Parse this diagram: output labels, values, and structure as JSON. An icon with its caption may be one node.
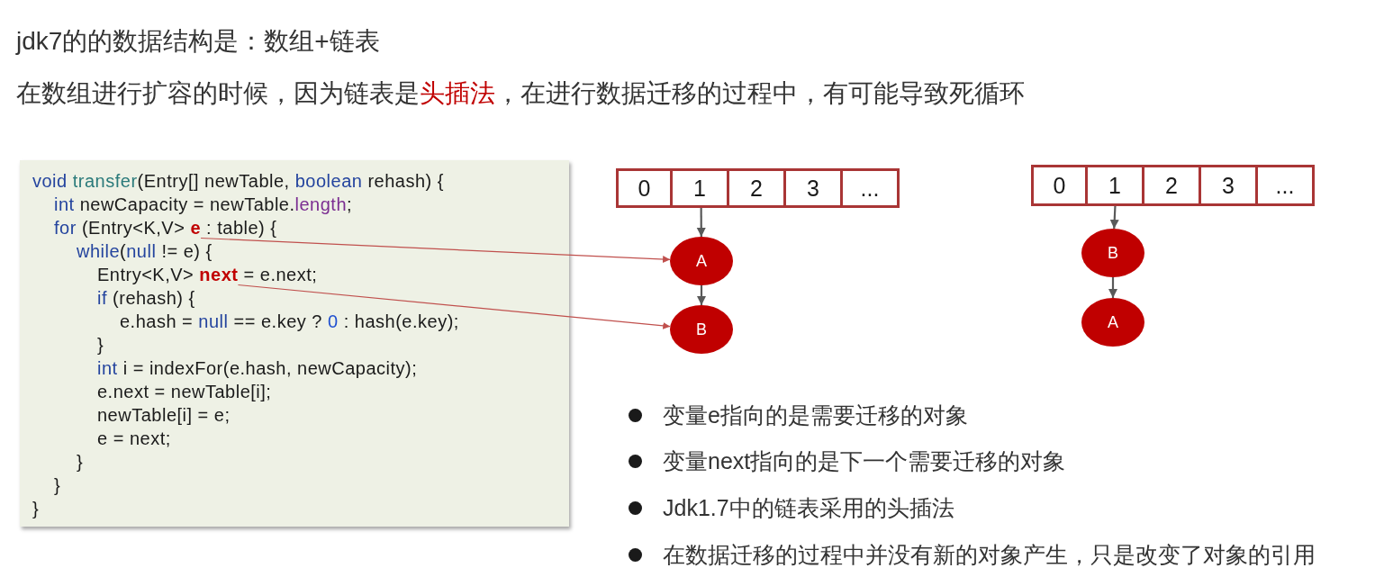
{
  "diagram": {
    "title": "jdk7的的数据结构是：数组+链表",
    "nodes": [
      {
        "text": [
          "void transfer(Entry[] newTable, boolean rehash) {",
          "int newCapacity = newTable.length;",
          "while(null != e) {",
          "if (rehash) {",
          "e.hash = null == e.key ? 0 : hash(e.key);",
          "}",
          "int i = indexFor(e.hash, newCapacity);",
          "e.next = newTable[i];",
          "newTable[i] = e;",
          "e = next;",
          "}",
          "}",
          "}"
        ]
      },
      {
        "text": [
          "for (Entry<K,V> **e** : table) {"
        ],
        "in": 0
      },
      {
        "text": [
          "Entry<K,V> **next** = e.next;"
        ],
        "in": 0
      },
      {
        "text": [
          "0"
        ]
      },
      {
        "text": [
          "1"
        ]
      },
      {
        "text": [
          "2"
        ]
      },
      {
        "text": [
          "3"
        ]
      },
      {
        "text": [
          "..."
        ]
      },
      {
        "text": [
          "A"
        ]
      },
      {
        "text": [
          "B"
        ]
      },
      {
        "text": [
          "0"
        ]
      },
      {
        "text": [
          "1"
        ]
      },
      {
        "text": [
          "2"
        ]
      },
      {
        "text": [
          "3"
        ]
      },
      {
        "text": [
          "..."
        ]
      },
      {
        "text": [
          "B"
        ]
      },
      {
        "text": [
          "A"
        ]
      }
    ],
    "edges": [
      {
        "from": 1,
        "to": 8,
        "arrow": "to",
        "color": "#c0504d"
      },
      {
        "from": 2,
        "to": 9,
        "arrow": "to",
        "color": "#c0504d"
      },
      {
        "from": 4,
        "to": 8,
        "arrow": "to"
      },
      {
        "from": 8,
        "to": 9,
        "arrow": "to"
      },
      {
        "from": 11,
        "to": 15,
        "arrow": "to"
      },
      {
        "from": 15,
        "to": 16,
        "arrow": "to"
      }
    ],
    "labels": [
      "在数组进行扩容的时候，因为链表是**头插法**，在进行数据迁移的过程中，有可能导致死循环",
      "变量e指向的是需要迁移的对象",
      "变量next指向的是下一个需要迁移的对象",
      "Jdk1.7中的链表采用的头插法",
      "在数据迁移的过程中并没有新的对象产生，只是改变了对象的引用"
    ]
  }
}
